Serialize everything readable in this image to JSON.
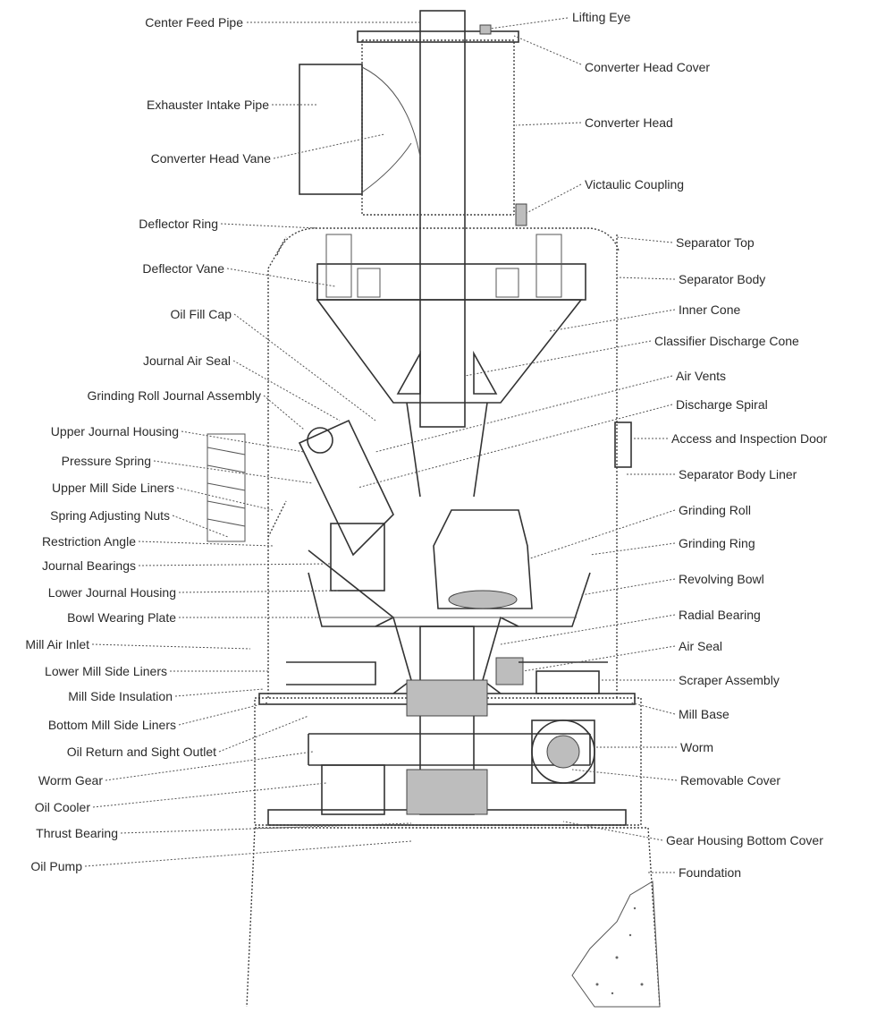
{
  "labels_left": [
    "Center Feed Pipe",
    "Exhauster Intake Pipe",
    "Converter Head Vane",
    "Deflector Ring",
    "Deflector Vane",
    "Oil Fill Cap",
    "Journal Air Seal",
    "Grinding Roll Journal Assembly",
    "Upper Journal Housing",
    "Pressure Spring",
    "Upper Mill Side Liners",
    "Spring Adjusting Nuts",
    "Restriction Angle",
    "Journal Bearings",
    "Lower Journal Housing",
    "Bowl Wearing Plate",
    "Mill Air Inlet",
    "Lower Mill Side Liners",
    "Mill Side Insulation",
    "Bottom Mill Side Liners",
    "Oil Return and Sight Outlet",
    "Worm Gear",
    "Oil Cooler",
    "Thrust Bearing",
    "Oil Pump"
  ],
  "labels_right": [
    "Lifting Eye",
    "Converter Head Cover",
    "Converter Head",
    "Victaulic Coupling",
    "Separator Top",
    "Separator Body",
    "Inner Cone",
    "Classifier Discharge Cone",
    "Air Vents",
    "Discharge Spiral",
    "Access and Inspection Door",
    "Separator Body Liner",
    "Grinding Roll",
    "Grinding Ring",
    "Revolving Bowl",
    "Radial Bearing",
    "Air Seal",
    "Scraper Assembly",
    "Mill Base",
    "Worm",
    "Removable Cover",
    "Gear Housing Bottom Cover",
    "Foundation"
  ]
}
